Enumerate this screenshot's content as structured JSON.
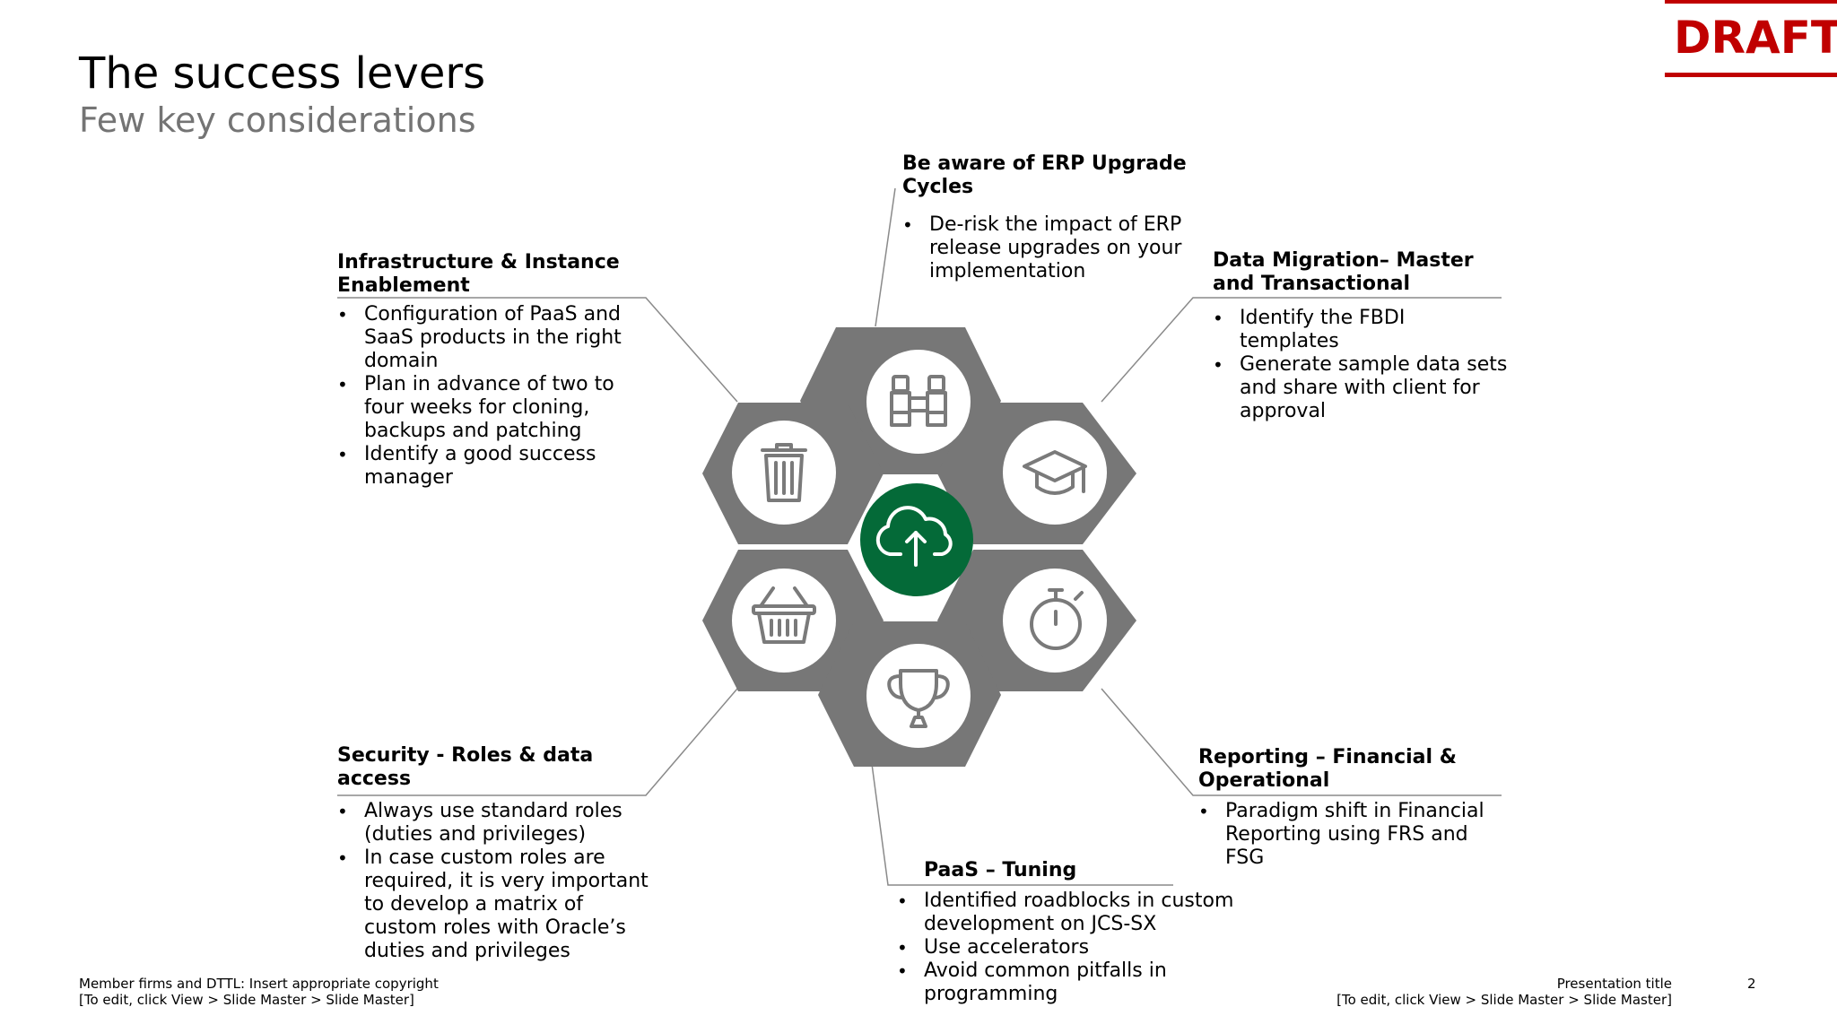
{
  "header": {
    "title": "The success levers",
    "subtitle": "Few key considerations",
    "draft_label": "DRAFT"
  },
  "levers": {
    "erp": {
      "heading": "Be aware of ERP Upgrade Cycles",
      "bullets": [
        "De-risk the impact of ERP release upgrades on your implementation"
      ]
    },
    "infra": {
      "heading": "Infrastructure & Instance Enablement",
      "bullets": [
        "Configuration of PaaS and SaaS products in the right domain",
        "Plan in advance of two to four weeks for cloning, backups and patching",
        "Identify a good success manager"
      ]
    },
    "migration": {
      "heading": "Data Migration– Master and Transactional",
      "bullets": [
        "Identify the FBDI templates",
        "Generate sample data sets and share with client for approval"
      ]
    },
    "security": {
      "heading": "Security - Roles & data access",
      "bullets": [
        "Always use standard roles (duties and privileges)",
        "In case custom roles are required, it is very important to develop a matrix of custom roles with Oracle’s duties and privileges"
      ]
    },
    "reporting": {
      "heading": "Reporting – Financial & Operational",
      "bullets": [
        "Paradigm shift in Financial Reporting using FRS and FSG"
      ]
    },
    "paas": {
      "heading": "PaaS – Tuning",
      "bullets": [
        "Identified roadblocks in custom development on JCS-SX",
        "Use accelerators",
        "Avoid common pitfalls in programming"
      ]
    }
  },
  "icons": {
    "center": "cloud-upload-icon",
    "top": "binoculars-icon",
    "upper_right": "graduation-cap-icon",
    "lower_right": "stopwatch-icon",
    "bottom": "trophy-icon",
    "lower_left": "basket-icon",
    "upper_left": "trash-icon"
  },
  "colors": {
    "hexagon": "#777777",
    "center": "#046a38",
    "icon_stroke": "#7a7a7a",
    "draft": "#c00000"
  },
  "footer": {
    "copyright_line1": "Member firms and DTTL: Insert appropriate copyright",
    "copyright_line2": "[To edit, click View > Slide Master > Slide Master]",
    "presentation_title": "Presentation title",
    "presentation_line2": "[To edit, click View > Slide Master > Slide Master]",
    "page_number": "2"
  }
}
